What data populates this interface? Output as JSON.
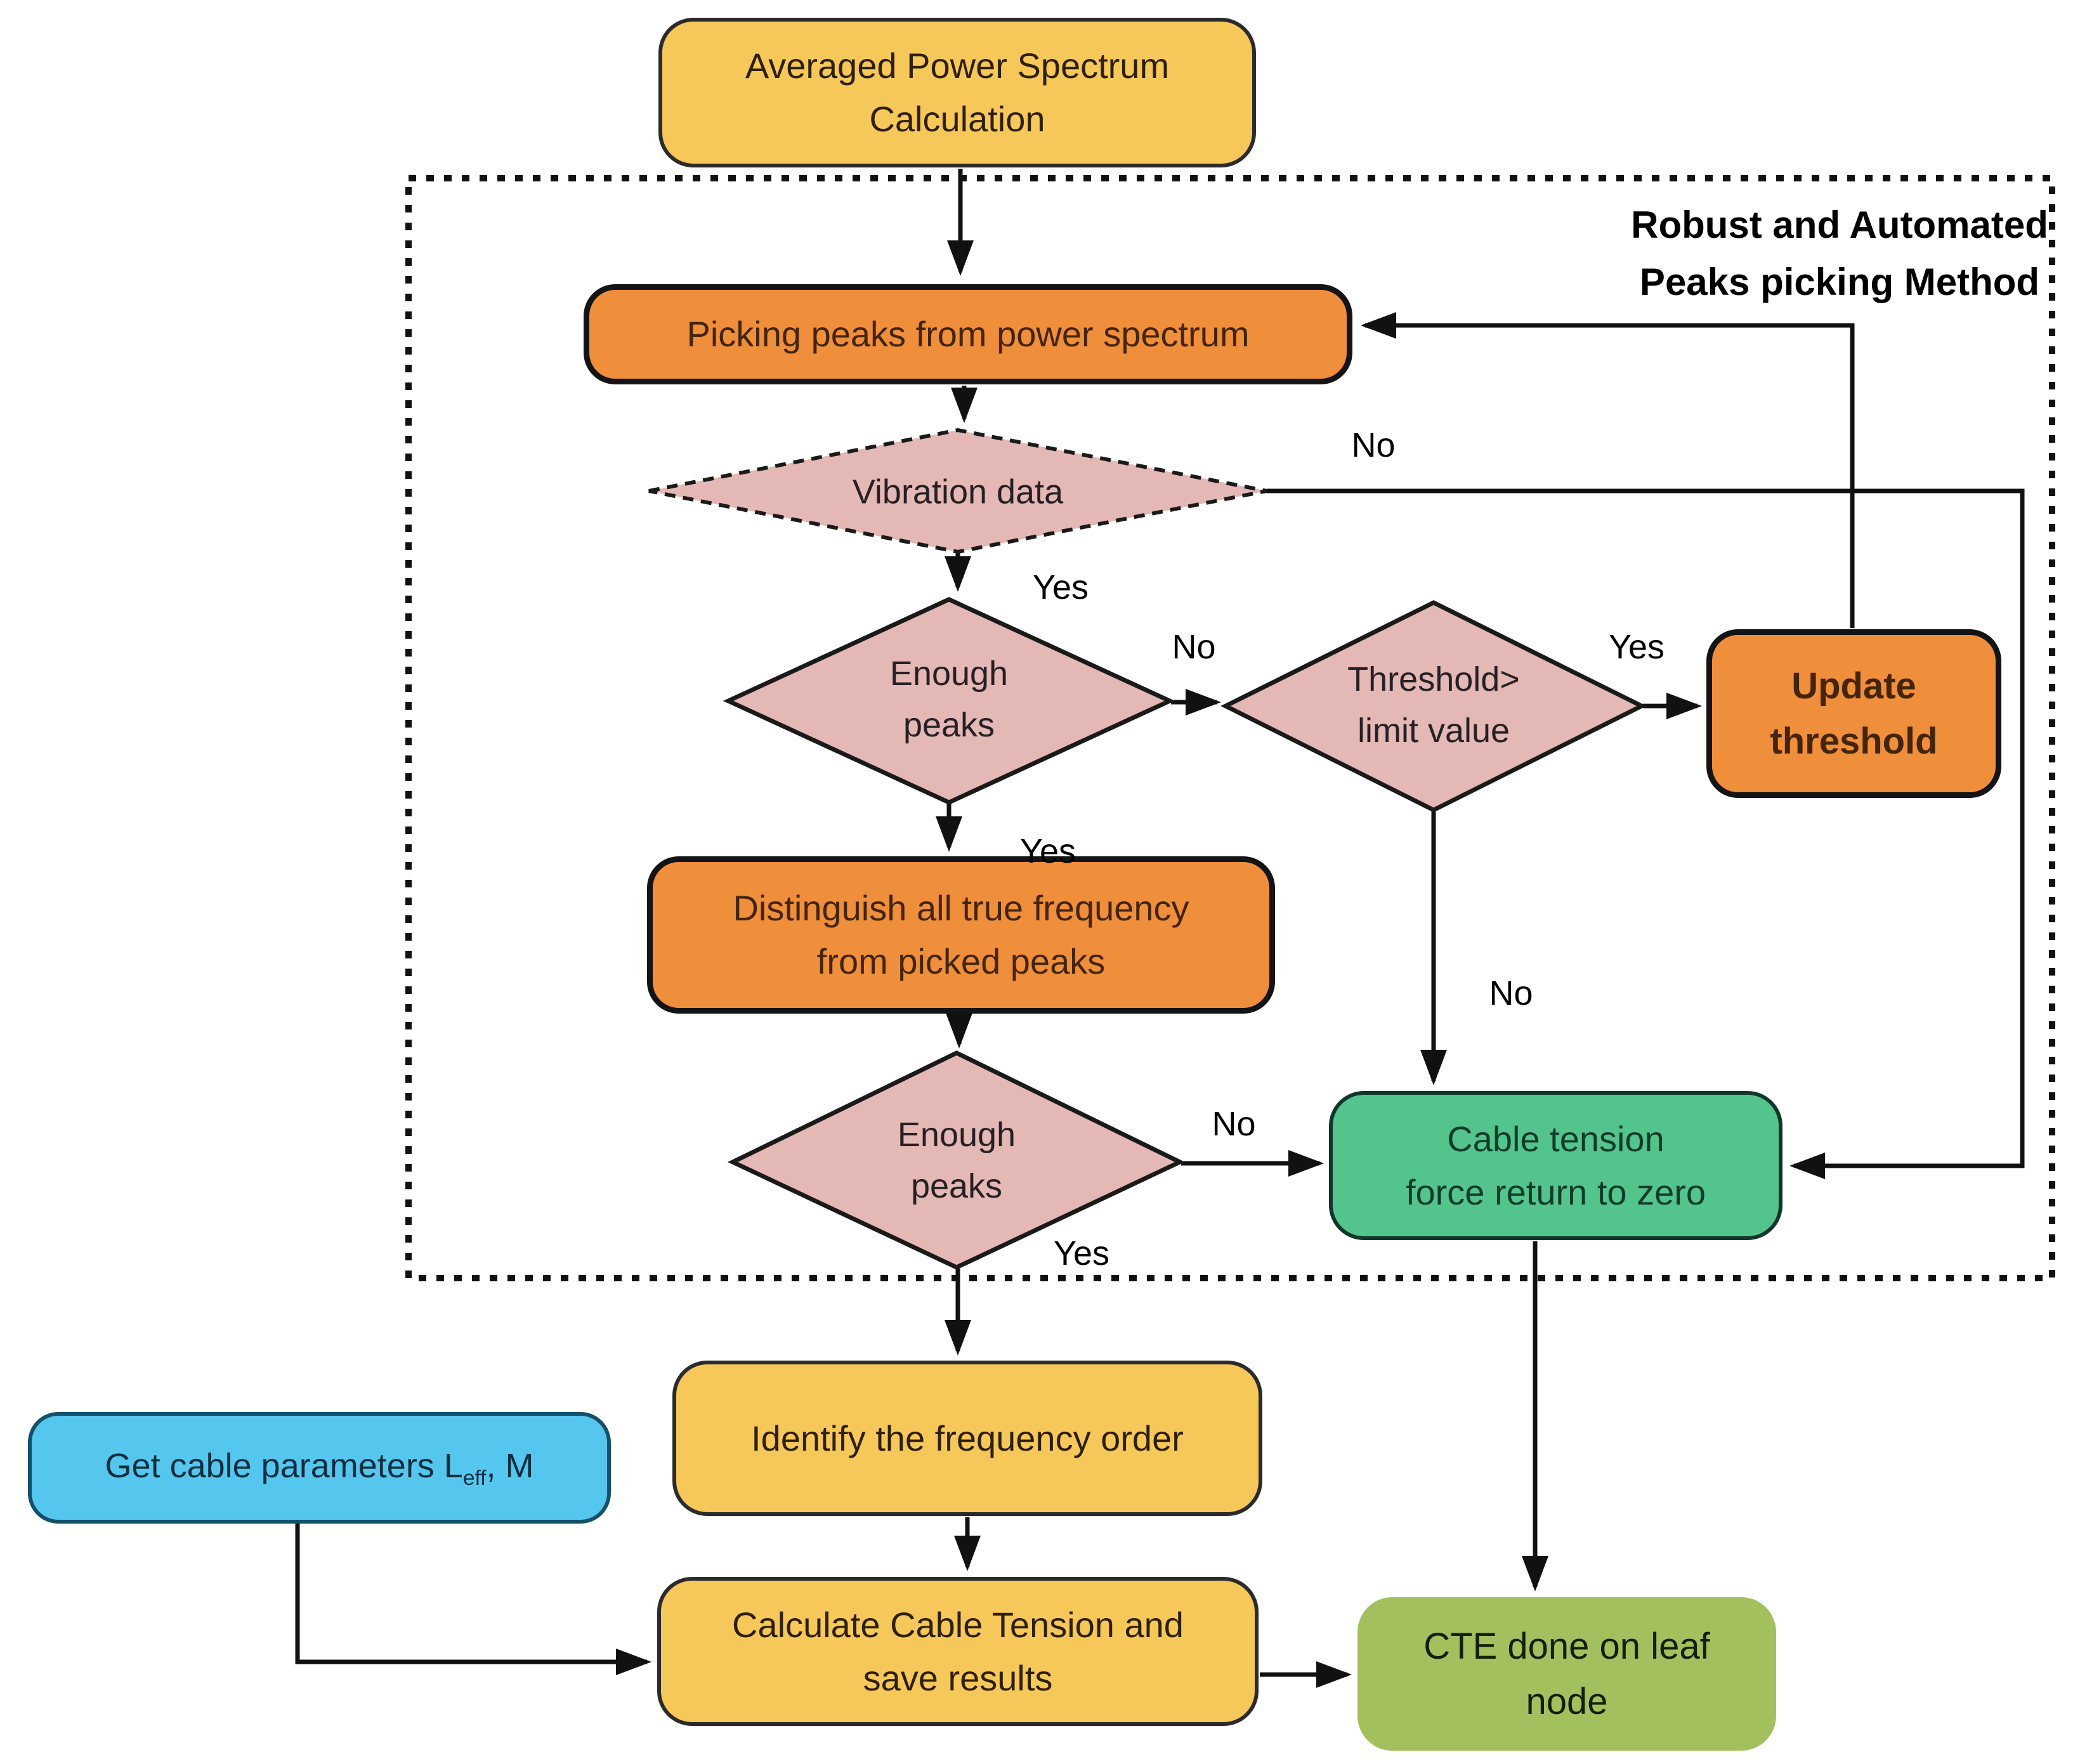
{
  "colors": {
    "yellow": "#F6C85A",
    "orange": "#EF8E3B",
    "pink": "#E4B8B5",
    "green": "#54C48D",
    "olive": "#A3C05F",
    "blue": "#55C7EF",
    "line": "#111111",
    "background": "#FFFFFF"
  },
  "region_title": {
    "line1": "Robust and Automated",
    "line2": "Peaks picking Method"
  },
  "nodes": {
    "averaged_power_spectrum": {
      "line1": "Averaged Power Spectrum",
      "line2": "Calculation"
    },
    "picking_peaks": {
      "label": "Picking peaks from power spectrum"
    },
    "vibration_data": {
      "label": "Vibration data"
    },
    "enough_peaks_1": {
      "line1": "Enough",
      "line2": "peaks"
    },
    "threshold_limit": {
      "line1": "Threshold>",
      "line2": "limit value"
    },
    "update_threshold": {
      "line1": "Update",
      "line2": "threshold"
    },
    "distinguish_frequency": {
      "line1": "Distinguish all true frequency",
      "line2": "from picked peaks"
    },
    "enough_peaks_2": {
      "line1": "Enough",
      "line2": "peaks"
    },
    "cable_tension_zero": {
      "line1": "Cable tension",
      "line2": "force return to zero"
    },
    "identify_frequency_order": {
      "label": "Identify the frequency order"
    },
    "get_cable_parameters": {
      "prefix": "Get cable parameters L",
      "subscript": "eff",
      "suffix": ", M"
    },
    "calculate_cable_tension": {
      "line1": "Calculate Cable Tension and",
      "line2": "save results"
    },
    "cte_done": {
      "line1": "CTE done on leaf",
      "line2": "node"
    }
  },
  "edge_labels": {
    "vibration_no": "No",
    "vibration_yes": "Yes",
    "enough1_no": "No",
    "enough1_yes": "Yes",
    "threshold_yes": "Yes",
    "threshold_no": "No",
    "enough2_no": "No",
    "enough2_yes": "Yes"
  }
}
